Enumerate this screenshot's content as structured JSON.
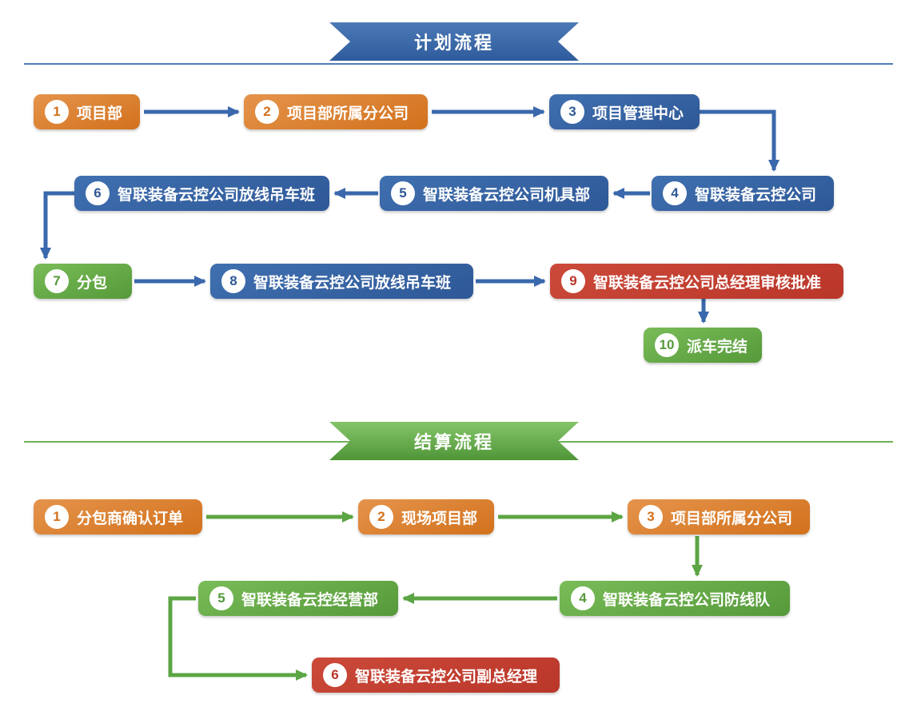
{
  "plan": {
    "banner": "计划流程",
    "nodes": [
      {
        "num": "1",
        "label": "项目部",
        "color": "orange"
      },
      {
        "num": "2",
        "label": "项目部所属分公司",
        "color": "orange"
      },
      {
        "num": "3",
        "label": "项目管理中心",
        "color": "blue"
      },
      {
        "num": "4",
        "label": "智联装备云控公司",
        "color": "blue"
      },
      {
        "num": "5",
        "label": "智联装备云控公司机具部",
        "color": "blue"
      },
      {
        "num": "6",
        "label": "智联装备云控公司放线吊车班",
        "color": "blue"
      },
      {
        "num": "7",
        "label": "分包",
        "color": "green"
      },
      {
        "num": "8",
        "label": "智联装备云控公司放线吊车班",
        "color": "blue"
      },
      {
        "num": "9",
        "label": "智联装备云控公司总经理审核批准",
        "color": "red"
      },
      {
        "num": "10",
        "label": "派车完结",
        "color": "green"
      }
    ]
  },
  "settlement": {
    "banner": "结算流程",
    "nodes": [
      {
        "num": "1",
        "label": "分包商确认订单",
        "color": "orange"
      },
      {
        "num": "2",
        "label": "现场项目部",
        "color": "orange"
      },
      {
        "num": "3",
        "label": "项目部所属分公司",
        "color": "orange"
      },
      {
        "num": "4",
        "label": "智联装备云控公司防线队",
        "color": "green"
      },
      {
        "num": "5",
        "label": "智联装备云控经营部",
        "color": "green"
      },
      {
        "num": "6",
        "label": "智联装备云控公司副总经理",
        "color": "red"
      }
    ]
  },
  "colors": {
    "orange-1": "#e5944c",
    "orange-2": "#d2711c",
    "blue-1": "#4070b0",
    "blue-2": "#2e5897",
    "green-1": "#79bc58",
    "green-2": "#55993a",
    "red-1": "#cc4a3a",
    "red-2": "#b93629",
    "ribbon-blue-1": "#4c7ab6",
    "ribbon-blue-2": "#2e5b9c",
    "ribbon-green-1": "#85c56a",
    "ribbon-green-2": "#4f9637",
    "arrow-blue": "#3a68ac",
    "arrow-green": "#5ca544",
    "line-blue": "#4e7db8",
    "line-green": "#6fb254"
  }
}
